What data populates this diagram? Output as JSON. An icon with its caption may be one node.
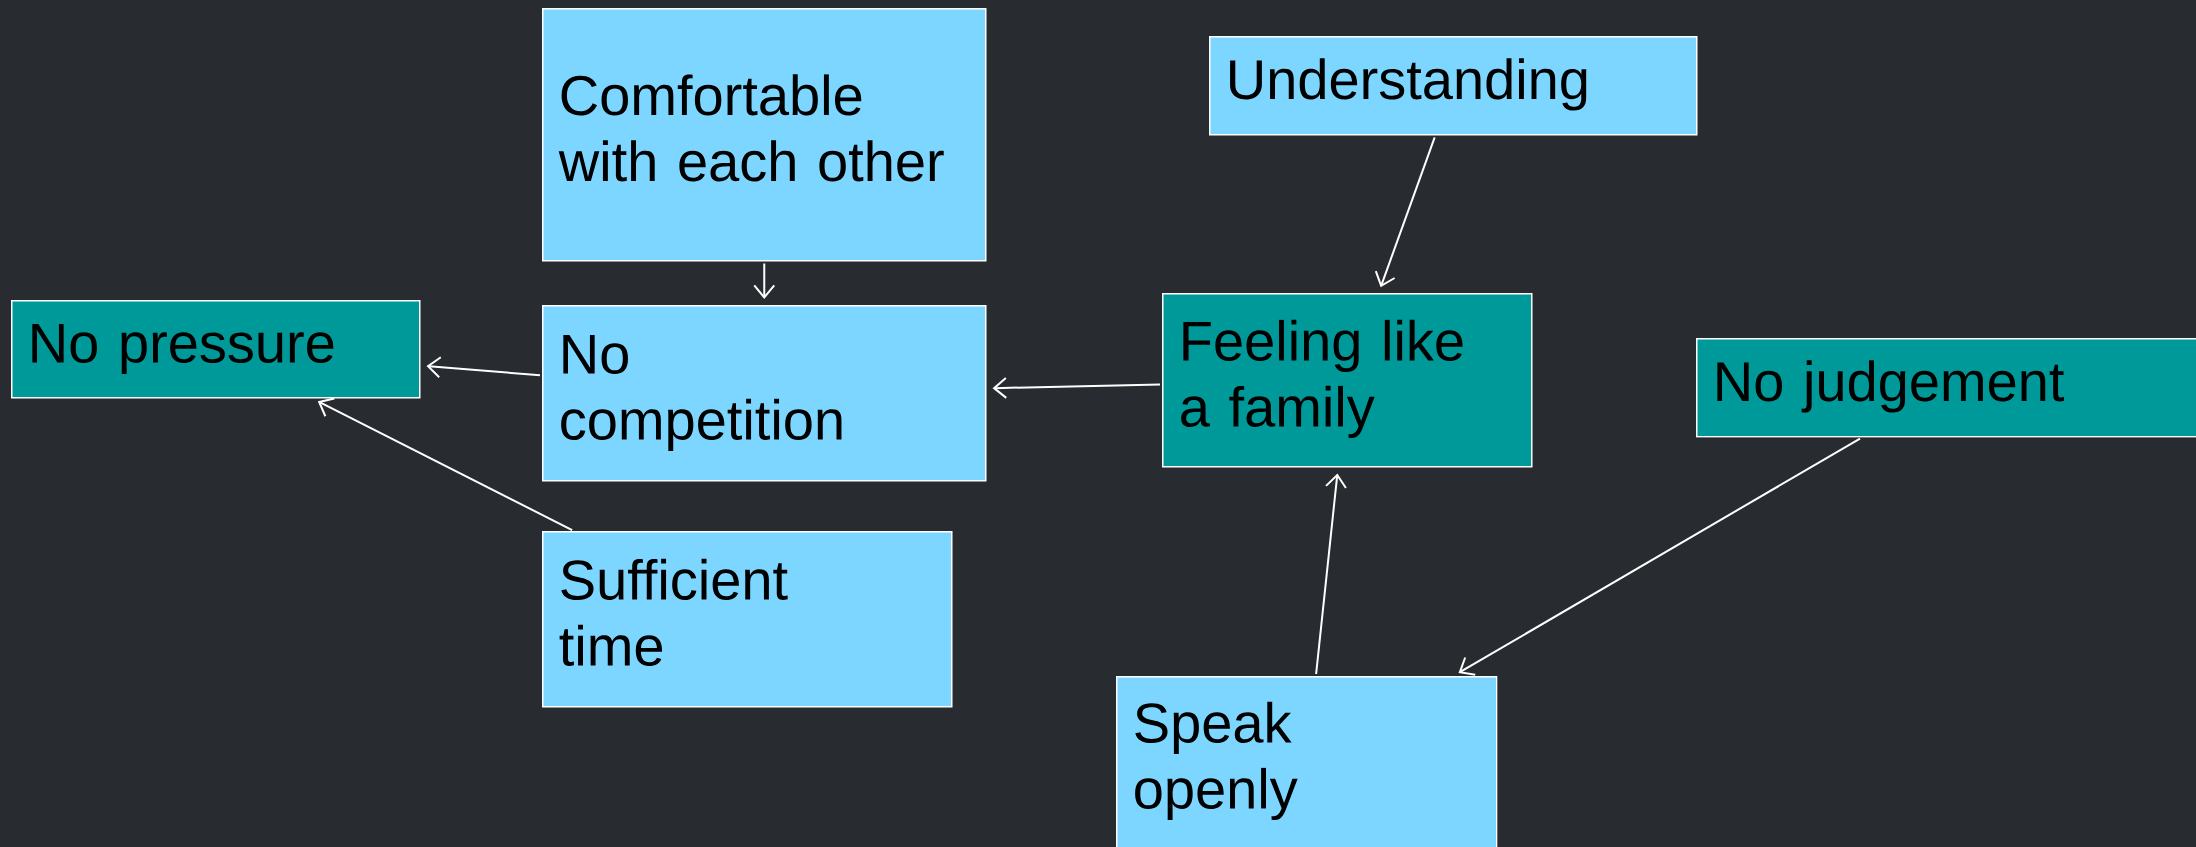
{
  "diagram": {
    "nodes": [
      {
        "text": [
          "No pressure"
        ]
      },
      {
        "text": [
          "Comfortable with each other"
        ]
      },
      {
        "text": [
          "No competition"
        ]
      },
      {
        "text": [
          "Sufficient time"
        ]
      },
      {
        "text": [
          "Understanding"
        ]
      },
      {
        "text": [
          "Feeling like a family"
        ]
      },
      {
        "text": [
          "No judgement"
        ]
      },
      {
        "text": [
          "Speak openly"
        ]
      }
    ],
    "edges": [
      {
        "from": 1,
        "to": 2,
        "arrow": "to"
      },
      {
        "from": 2,
        "to": 0,
        "arrow": "to"
      },
      {
        "from": 3,
        "to": 0,
        "arrow": "to"
      },
      {
        "from": 4,
        "to": 5,
        "arrow": "to"
      },
      {
        "from": 5,
        "to": 2,
        "arrow": "to"
      },
      {
        "from": 7,
        "to": 5,
        "arrow": "to"
      },
      {
        "from": 6,
        "to": 7,
        "arrow": "to"
      }
    ]
  }
}
